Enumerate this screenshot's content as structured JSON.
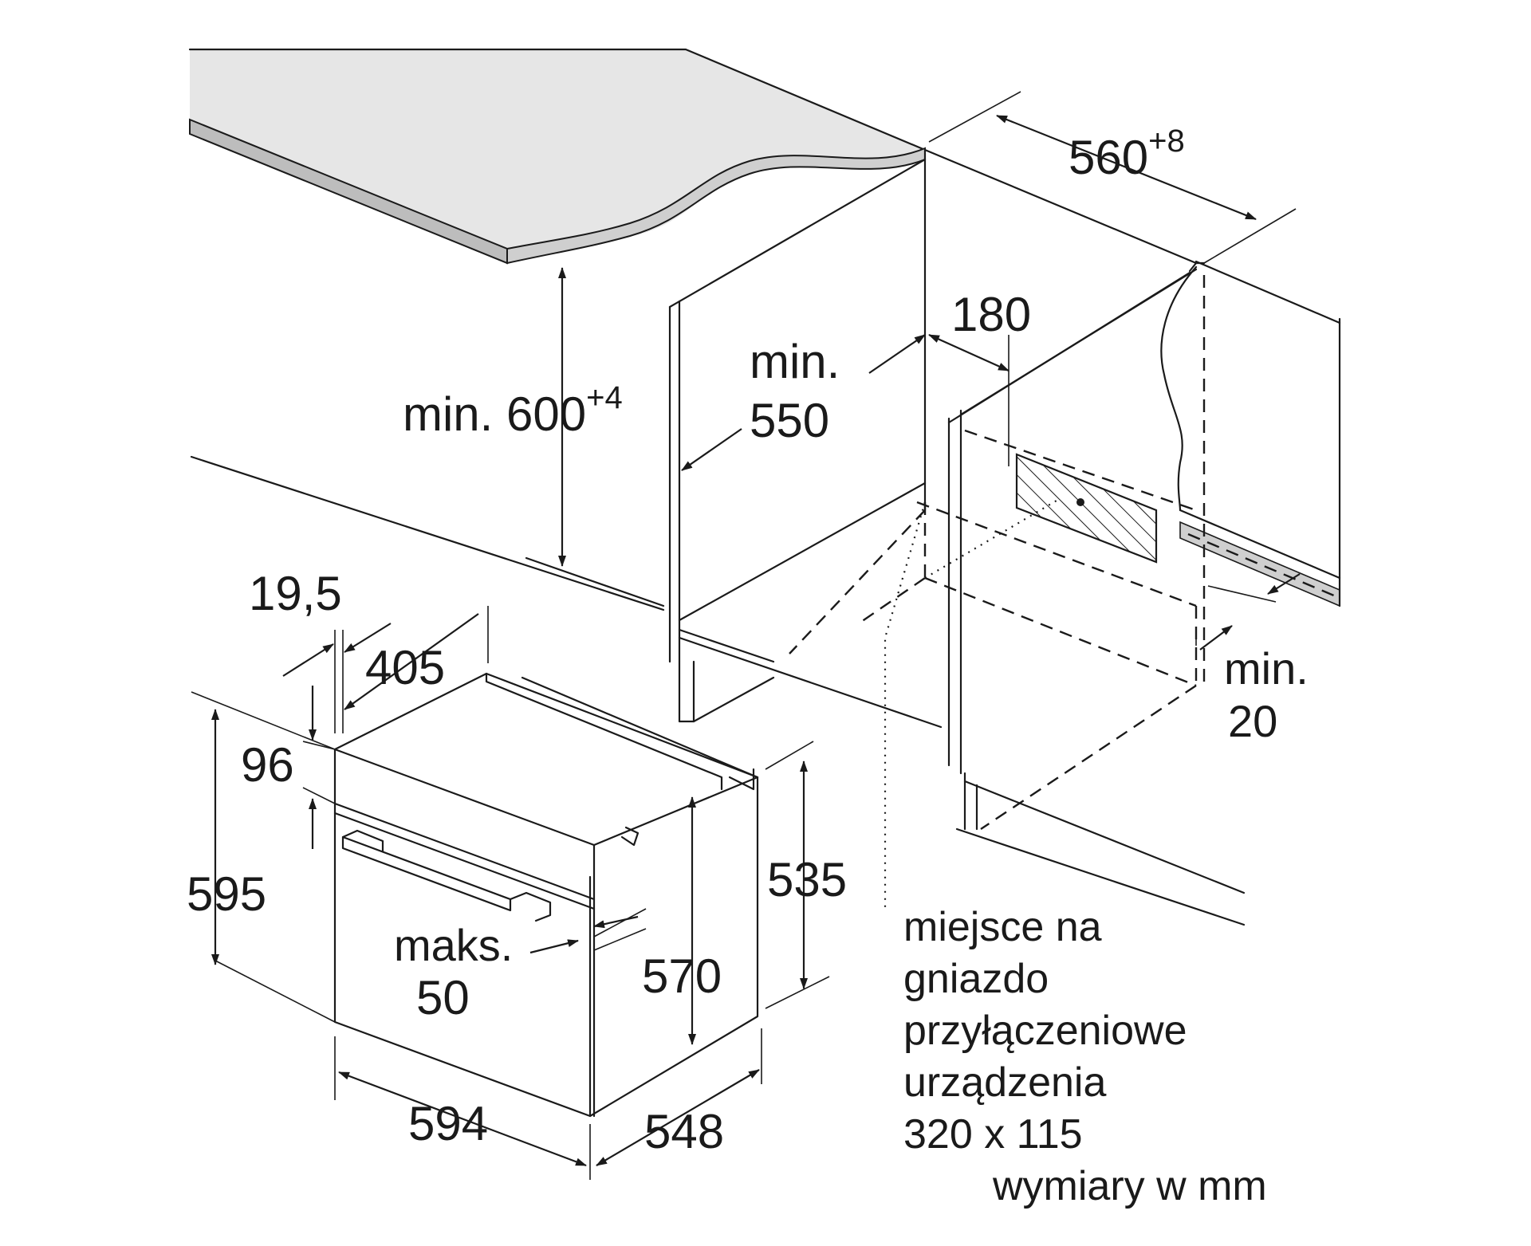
{
  "dimensions": {
    "top_width": {
      "value": "560",
      "sup": "+8"
    },
    "niche_height": {
      "prefix": "min. ",
      "value": "600",
      "sup": "+4"
    },
    "depth_min": {
      "line1": "min.",
      "line2": "550"
    },
    "gap_180": "180",
    "front_offset": "19,5",
    "width_405": "405",
    "panel_96": "96",
    "height_595": "595",
    "height_535": "535",
    "height_570": "570",
    "max_door": {
      "line1": "maks.",
      "line2": "50"
    },
    "width_594": "594",
    "depth_548": "548",
    "min_gap": {
      "line1": "min.",
      "line2": "20"
    }
  },
  "socket_note": {
    "lines": [
      "miejsce na",
      "gniazdo",
      "przyłączeniowe",
      "urządzenia",
      "320 x 115"
    ]
  },
  "units_note": "wymiary w mm",
  "colors": {
    "ink": "#1a1a1a",
    "counter_gray": "#e6e6e6",
    "edge_gray": "#bdbdbd",
    "background": "#ffffff"
  }
}
